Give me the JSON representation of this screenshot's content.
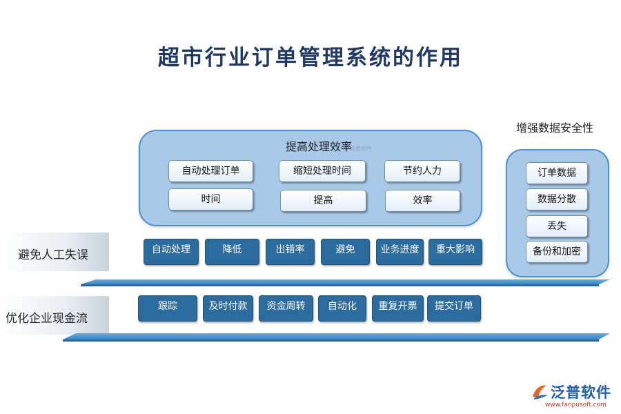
{
  "title": "超市行业订单管理系统的作用",
  "efficiency": {
    "title": "提高处理效率",
    "items": [
      "自动处理订单",
      "缩短处理时间",
      "节约人力",
      "时间",
      "提高",
      "效率"
    ]
  },
  "security": {
    "title": "增强数据安全性",
    "items": [
      "订单数据",
      "数据分散",
      "丢失",
      "备份和加密"
    ]
  },
  "errors": {
    "label": "避免人工失误",
    "items": [
      "自动处理",
      "降低",
      "出错率",
      "避免",
      "业务进度",
      "重大影响"
    ]
  },
  "cashflow": {
    "label": "优化企业现金流",
    "items": [
      "跟踪",
      "及时付款",
      "资金周转",
      "自动化",
      "重复开票",
      "提交订单"
    ]
  },
  "watermark_small": "泛普软件",
  "logo": {
    "name": "泛普软件",
    "url": "www.fanpusoft.com"
  },
  "colors": {
    "title": "#1f3864",
    "panel_fill": "#a9c9e8",
    "panel_border": "#4f8fd1",
    "dark_button": "#2b6b9e",
    "plank": "#3d86c6"
  }
}
